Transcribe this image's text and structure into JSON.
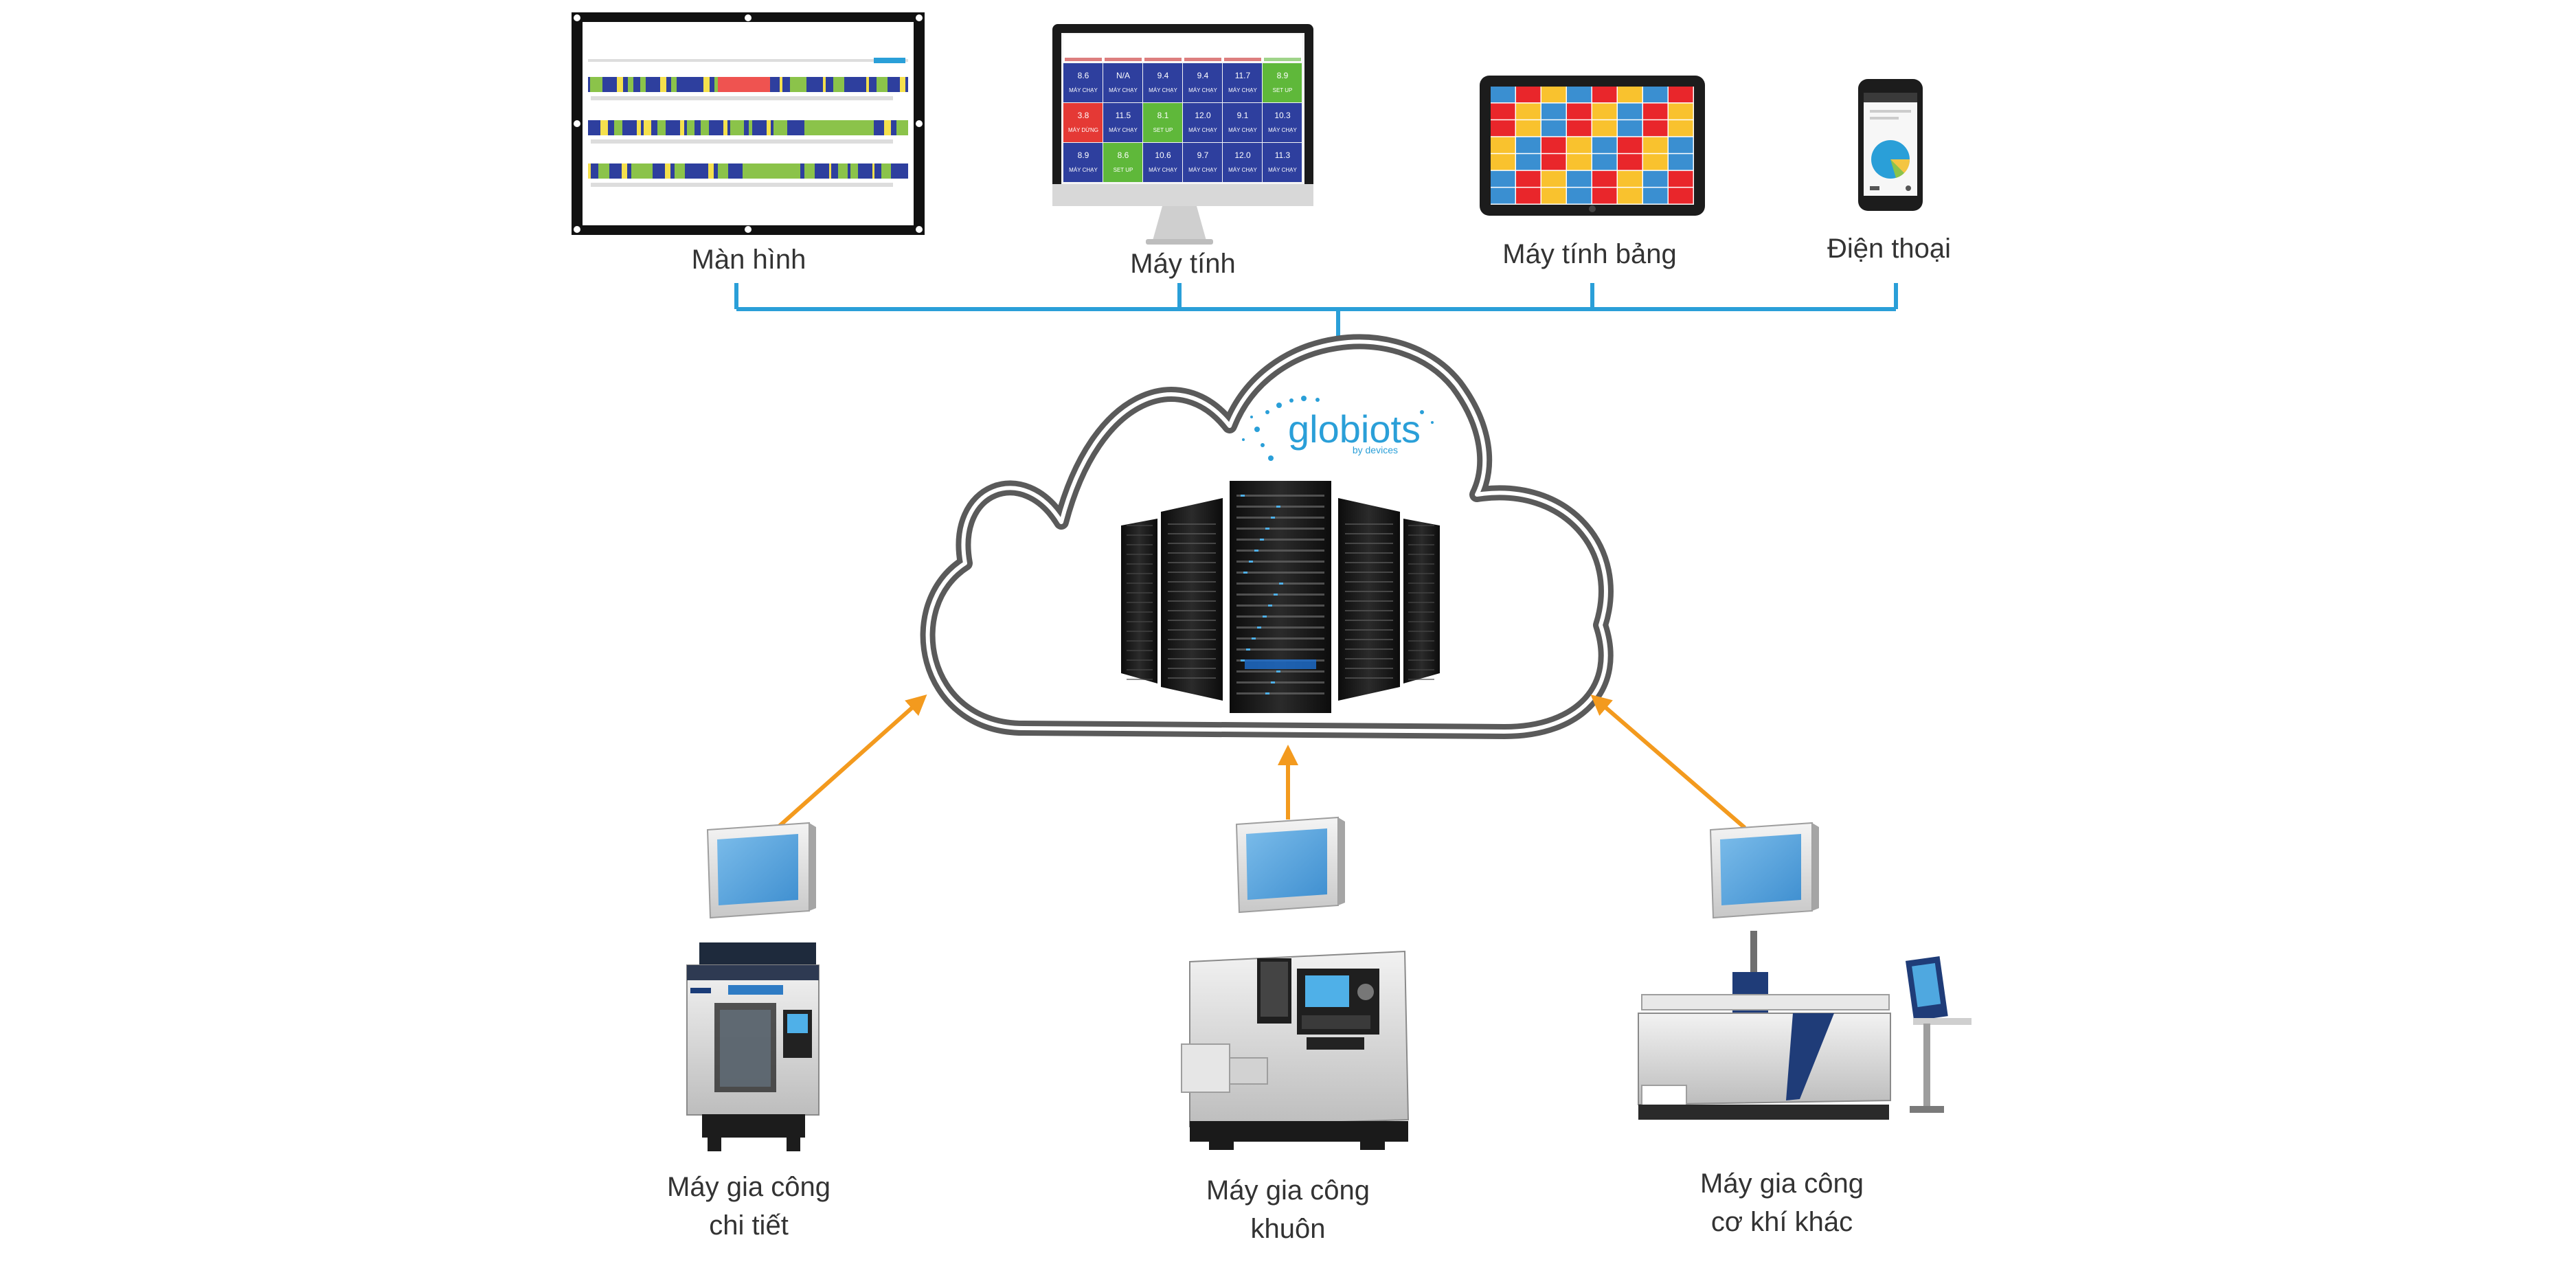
{
  "devices": {
    "display": {
      "label": "Màn hình"
    },
    "computer": {
      "label": "Máy tính"
    },
    "tablet": {
      "label": "Máy tính bảng"
    },
    "phone": {
      "label": "Điện thoại"
    }
  },
  "cloud": {
    "logo_text": "globiots",
    "logo_subtext": "by devices"
  },
  "monitor": {
    "rows": [
      [
        {
          "value": "8.6",
          "status": "MÁY CHẠY"
        },
        {
          "value": "N/A",
          "status": "MÁY CHẠY"
        },
        {
          "value": "9.4",
          "status": "MÁY CHẠY"
        },
        {
          "value": "9.4",
          "status": "MÁY CHẠY"
        },
        {
          "value": "11.7",
          "status": "MÁY CHẠY"
        },
        {
          "value": "8.9",
          "status": "SET UP"
        }
      ],
      [
        {
          "value": "3.8",
          "status": "MÁY DỪNG"
        },
        {
          "value": "11.5",
          "status": "MÁY CHẠY"
        },
        {
          "value": "8.1",
          "status": "SET UP"
        },
        {
          "value": "12.0",
          "status": "MÁY CHẠY"
        },
        {
          "value": "9.1",
          "status": "MÁY CHẠY"
        },
        {
          "value": "10.3",
          "status": "MÁY CHẠY"
        }
      ],
      [
        {
          "value": "8.9",
          "status": "MÁY CHẠY"
        },
        {
          "value": "8.6",
          "status": "SET UP"
        },
        {
          "value": "10.6",
          "status": "MÁY CHẠY"
        },
        {
          "value": "9.7",
          "status": "MÁY CHẠY"
        },
        {
          "value": "12.0",
          "status": "MÁY CHẠY"
        },
        {
          "value": "11.3",
          "status": "MÁY CHẠY"
        }
      ]
    ]
  },
  "machines": {
    "detail": {
      "line1": "Máy gia công",
      "line2": "chi tiết"
    },
    "mold": {
      "line1": "Máy gia công",
      "line2": "khuôn"
    },
    "other": {
      "line1": "Máy gia công",
      "line2": "cơ khí khác"
    }
  },
  "colors": {
    "connector_blue": "#2a9fd8",
    "arrow_orange": "#f39a1e",
    "cloud_gray": "#5a5a5a",
    "status_run": "#2e3f9e",
    "status_stop": "#e53935",
    "status_setup": "#5fb83a",
    "timeline_green": "#8bc34a",
    "timeline_yellow": "#f4e04d",
    "timeline_red": "#ef5350",
    "tablet_yellow": "#f9c22e",
    "tablet_red": "#e9262b",
    "tablet_blue": "#3a8fd1",
    "hmi_screen": "#5ba6e0"
  }
}
